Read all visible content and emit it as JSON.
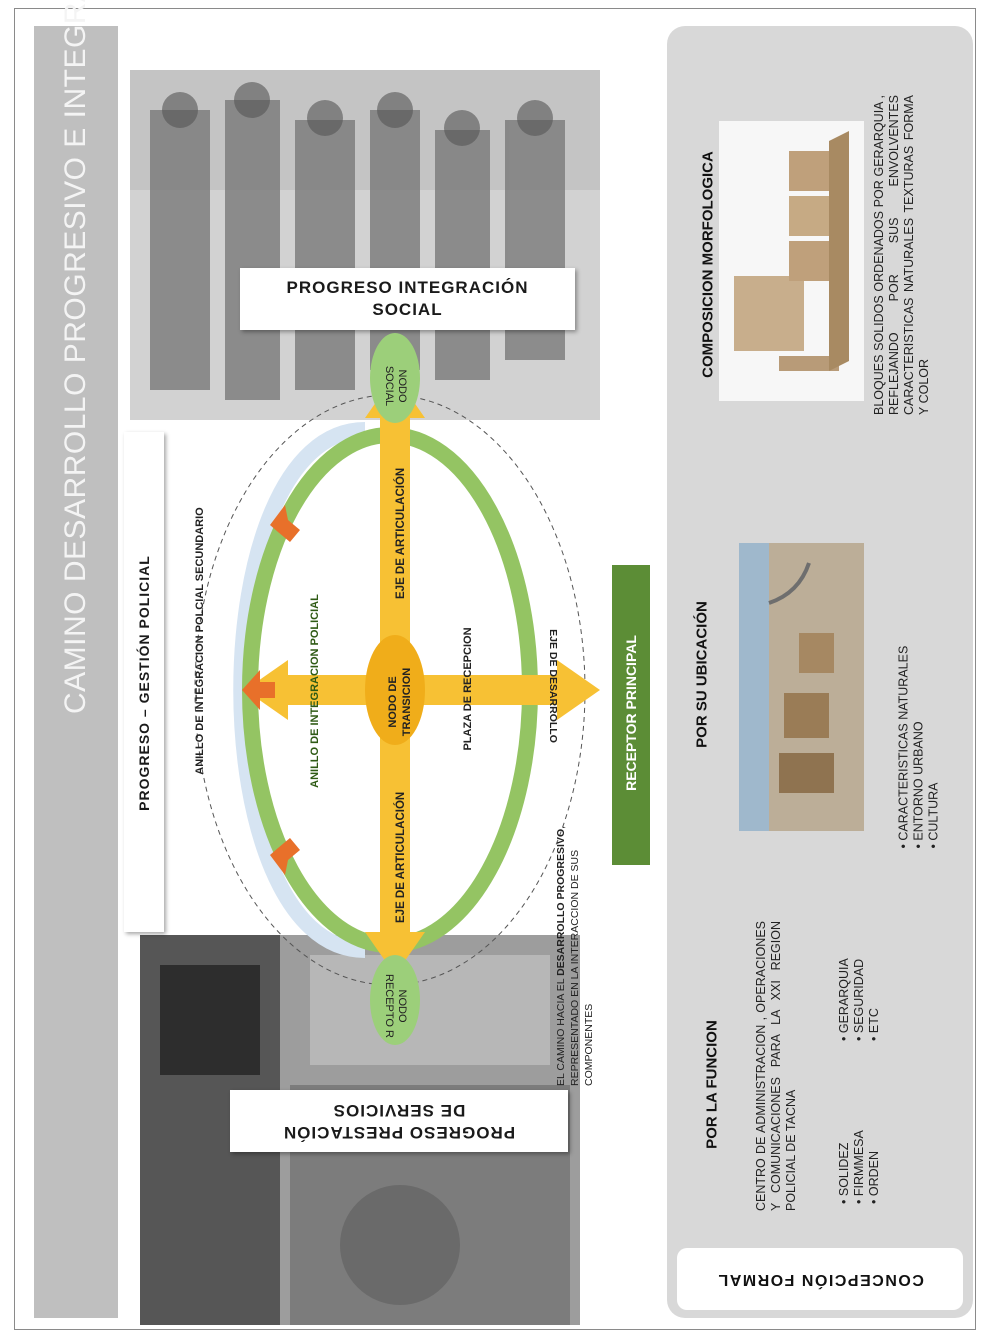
{
  "title": "CAMINO DESARROLLO PROGRESIVO E INTEGRAL DE LA PRESTACIÓN DE SERVICIOS POLICIALES",
  "labels": {
    "progreso_integracion_social": "PROGRESO INTEGRACIÓN SOCIAL",
    "progreso_gestion_policial": "PROGRESO – GESTIÓN POLICIAL",
    "progreso_prestacion_servicios": "PROGRESO PRESTACIÓN DE SERVICIOS",
    "anillo_secundario": "ANILLO DE INTEGRACION POLCIAL SECUNDARIO",
    "anillo_integracion": "ANILLO DE INTEGRACION POLICIAL",
    "eje_articulacion_top": "EJE DE ARTICULACIÓN",
    "eje_articulacion_bottom": "EJE DE ARTICULACIÓN",
    "nodo_transicion": "NODO DE TRANSICION",
    "plaza_recepcion": "PLAZA DE RECEPCION",
    "eje_desarrollo": "EJE DE DESARROLLO",
    "nodo_social": "NODO SOCIAL",
    "nodo_receptor": "NODO RECEPTO R",
    "receptor_principal": "RECEPTOR PRINCIPAL",
    "camino_caption_1": "EL CAMINO HACIA EL",
    "camino_caption_bold": "DESARROLLO PROGRESIVO",
    "camino_caption_2": ", REPRESENTADO EN LA INTERACCION DE SUS COMPONENTES"
  },
  "right_panel": {
    "header": "CONCEPCIÓN FORMAL",
    "funcion": {
      "title": "POR LA FUNCION",
      "text": "CENTRO DE ADMINISTRACION , OPERACIONES Y COMUNICACIONES PARA LA XXI REGION POLICIAL DE TACNA",
      "list_a": [
        "SOLIDEZ",
        "FIRMMESA",
        "ORDEN"
      ],
      "list_b": [
        "GERARQUIA",
        "SEGURIDAD",
        "ETC"
      ]
    },
    "ubicacion": {
      "title": "POR SU UBICACIÓN",
      "list": [
        "CARACTERISTICAS NATURALES",
        "ENTORNO URBANO",
        "CULTURA"
      ]
    },
    "morfologica": {
      "title": "COMPOSICION MORFOLOGICA",
      "text": "BLOQUES SOLIDOS ORDENADOS POR GERARQUIA , REFLEJANDO POR SUS ENVOLVENTES CARACTERISTICAS NATURALES TEXTURAS FORMA Y COLOR"
    }
  },
  "colors": {
    "arrow": "#f7c134",
    "arrow_dark": "#f0ad1a",
    "ring": "#94c463",
    "node": "#9ccf7a",
    "receptor": "#5c8d36",
    "accent_arrow": "#e8702a",
    "ring_outer": "#d6e4f2"
  }
}
